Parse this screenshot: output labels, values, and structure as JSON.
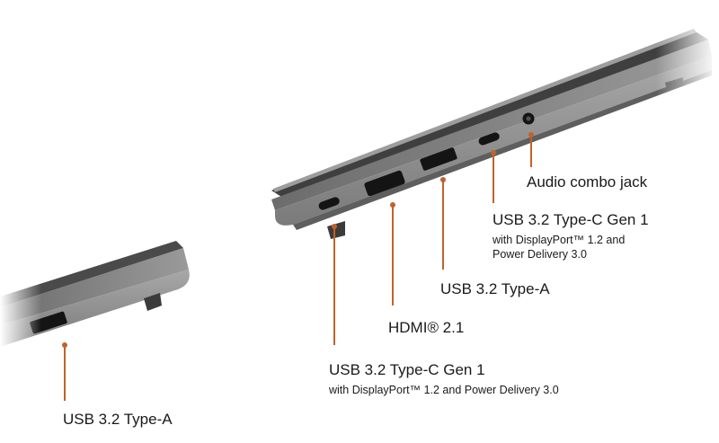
{
  "colors": {
    "leader_line": "#c0622a",
    "chassis_dark": "#5d5d5d",
    "chassis_mid": "#8a8a8a",
    "chassis_light": "#c4c4c4",
    "port_black": "#141414"
  },
  "callouts": {
    "left_usb_a": {
      "label": "USB 3.2 Type-A"
    },
    "right_usb_c_front": {
      "label": "USB 3.2 Type-C Gen 1",
      "sub": "with DisplayPort™ 1.2 and Power Delivery 3.0"
    },
    "hdmi": {
      "label": "HDMI® 2.1"
    },
    "right_usb_a": {
      "label": "USB 3.2 Type-A"
    },
    "right_usb_c_rear": {
      "label": "USB 3.2 Type-C Gen 1",
      "sub_line1": "with DisplayPort™ 1.2 and",
      "sub_line2": "Power Delivery 3.0"
    },
    "audio": {
      "label": "Audio combo jack"
    }
  }
}
